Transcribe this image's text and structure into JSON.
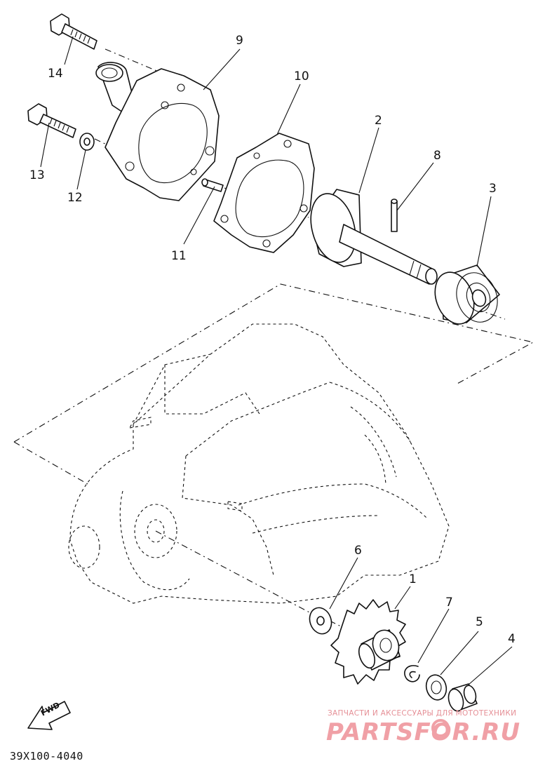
{
  "diagram": {
    "code": "39X100-4040",
    "direction_label": "FWD",
    "callouts": [
      {
        "id": "c1",
        "text": "1"
      },
      {
        "id": "c2",
        "text": "2"
      },
      {
        "id": "c3",
        "text": "3"
      },
      {
        "id": "c4",
        "text": "4"
      },
      {
        "id": "c5",
        "text": "5"
      },
      {
        "id": "c6",
        "text": "6"
      },
      {
        "id": "c7",
        "text": "7"
      },
      {
        "id": "c8",
        "text": "8"
      },
      {
        "id": "c9",
        "text": "9"
      },
      {
        "id": "c10",
        "text": "10"
      },
      {
        "id": "c11",
        "text": "11"
      },
      {
        "id": "c12",
        "text": "12"
      },
      {
        "id": "c13",
        "text": "13"
      },
      {
        "id": "c14",
        "text": "14"
      }
    ]
  },
  "watermark": {
    "tagline": "ЗАПЧАСТИ И АКСЕССУАРЫ ДЛЯ МОТОТЕХНИКИ",
    "logo": "PARTSFOR.RU",
    "color": "#f0a0a6"
  }
}
